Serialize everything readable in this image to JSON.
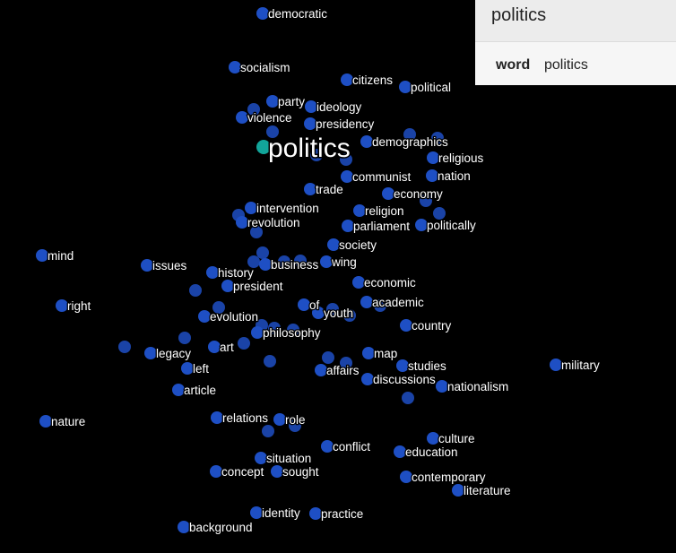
{
  "selected": {
    "word": "politics",
    "color": "#12a59a"
  },
  "panel": {
    "title": "politics",
    "field_key": "word",
    "field_value": "politics"
  },
  "colors": {
    "point": "#1e4fc4",
    "point_light": "#3a66d6",
    "background": "#000000",
    "label": "#ffffff"
  },
  "words": [
    "democratic",
    "socialism",
    "citizens",
    "political",
    "party",
    "ideology",
    "violence",
    "presidency",
    "demographics",
    "religious",
    "communist",
    "nation",
    "trade",
    "economy",
    "intervention",
    "religion",
    "revolution",
    "parliament",
    "politically",
    "society",
    "mind",
    "wing",
    "business",
    "issues",
    "history",
    "president",
    "economic",
    "academic",
    "right",
    "of",
    "youth",
    "evolution",
    "country",
    "philosophy",
    "art",
    "legacy",
    "map",
    "affairs",
    "studies",
    "military",
    "left",
    "discussions",
    "nationalism",
    "article",
    "nature",
    "relations",
    "role",
    "culture",
    "conflict",
    "education",
    "situation",
    "concept",
    "sought",
    "contemporary",
    "literature",
    "identity",
    "practice",
    "background"
  ]
}
